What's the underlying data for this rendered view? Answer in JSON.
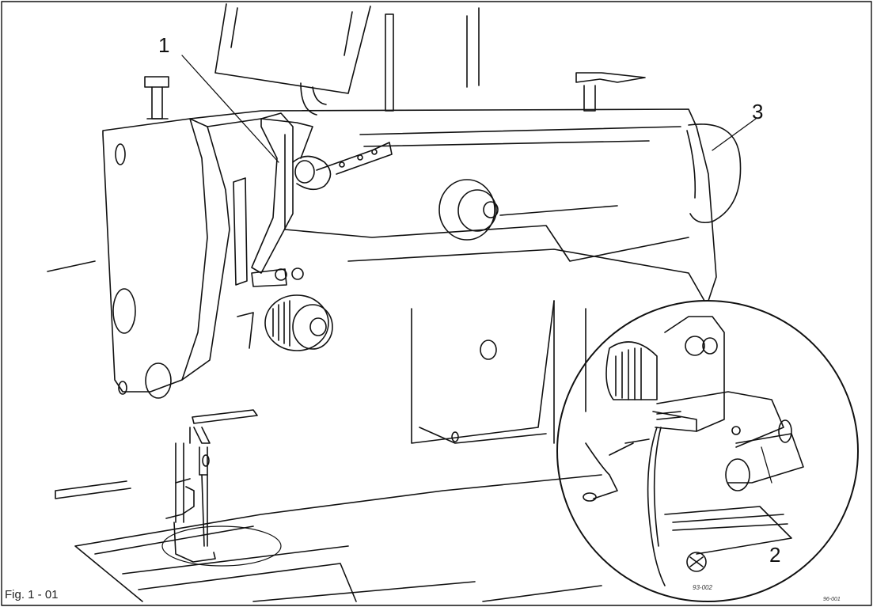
{
  "figure": {
    "caption": "Fig. 1 - 01",
    "detail_code": "93-002",
    "image_code": "96-001",
    "callouts": [
      "1",
      "2",
      "3"
    ],
    "subject": "sewing-machine-head-illustration"
  }
}
